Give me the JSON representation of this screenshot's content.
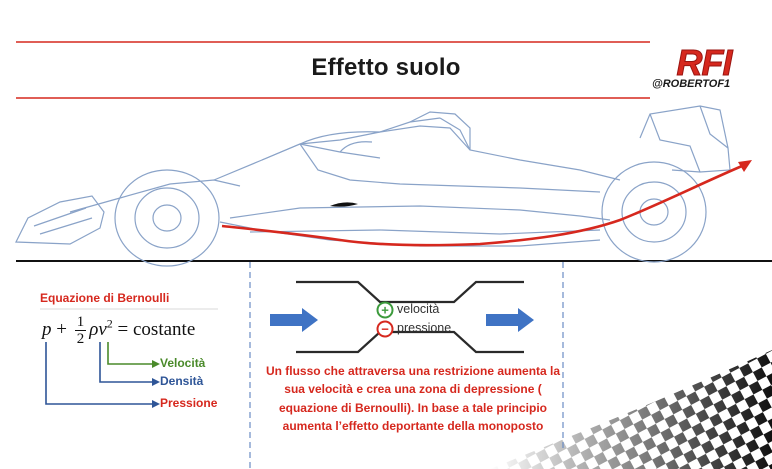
{
  "header": {
    "title": "Effetto suolo",
    "logo_letters": "RFI",
    "logo_handle": "@ROBERTOF1"
  },
  "bernoulli": {
    "title": "Equazione di Bernoulli",
    "equation": {
      "p": "p",
      "numerator": "1",
      "denominator": "2",
      "rho_v": "ρv",
      "power": "2",
      "rhs": "= costante"
    },
    "legend": [
      {
        "label": "Velocità",
        "color": "#4a8a2a"
      },
      {
        "label": "Densità",
        "color": "#2e5597"
      },
      {
        "label": "Pressione",
        "color": "#d6281e"
      }
    ]
  },
  "venturi": {
    "plus_symbol": "+",
    "minus_symbol": "−",
    "velocity_label": "velocità",
    "pressure_label": "pressione"
  },
  "explanation": "Un flusso che attraversa una restrizione aumenta la sua velocità e crea una zona di depressione ( equazione di Bernoulli). In base a tale principio aumenta l’effetto deportante della monoposto",
  "colors": {
    "accent_red": "#d6281e",
    "arrow_blue": "#3f73c4",
    "plus_green": "#3c9a3c",
    "car_line": "#8aa3c8"
  }
}
